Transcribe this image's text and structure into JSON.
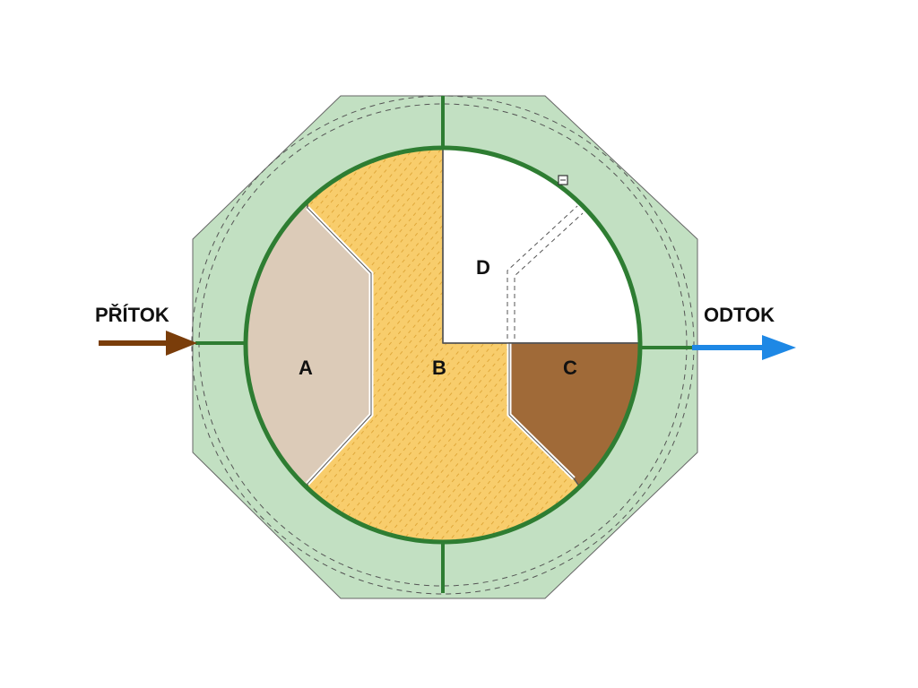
{
  "inflow": {
    "label": "PŘÍTOK",
    "arrow_color": "#7a3d0a"
  },
  "outflow": {
    "label": "ODTOK",
    "arrow_color": "#1e88e5"
  },
  "chambers": {
    "a": {
      "label": "A",
      "fill": "#dccbb8"
    },
    "b": {
      "label": "B",
      "fill": "#f8cd6c"
    },
    "c": {
      "label": "C",
      "fill": "#a06a38"
    },
    "d": {
      "label": "D",
      "fill": "#ffffff"
    }
  },
  "colors": {
    "octagon_fill": "#c2e0c2",
    "octagon_stroke": "#666666",
    "ring": "#2e7d32",
    "divider": "#444444"
  }
}
